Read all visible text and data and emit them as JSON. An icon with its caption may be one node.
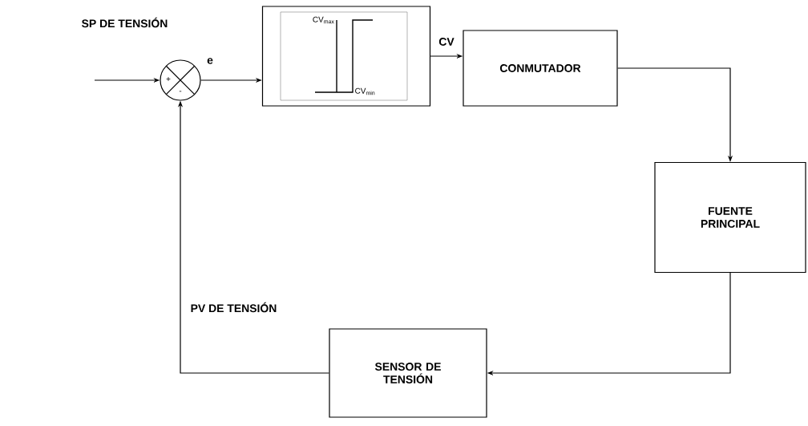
{
  "diagram": {
    "nodes": [
      {
        "text": [
          "+",
          "-"
        ]
      },
      {
        "text": [
          "CV$_{max}$",
          "CV$_{min}$"
        ]
      },
      {
        "text": [
          "CONMUTADOR"
        ]
      },
      {
        "text": [
          "FUENTE PRINCIPAL"
        ]
      },
      {
        "text": [
          "SENSOR DE TENSIÓN"
        ]
      }
    ],
    "edges": [
      {
        "from": null,
        "to": 0,
        "arrow": "to",
        "label": "SP DE TENSIÓN"
      },
      {
        "from": 0,
        "to": 1,
        "arrow": "to",
        "label": "e"
      },
      {
        "from": 1,
        "to": 2,
        "arrow": "to",
        "label": "CV"
      },
      {
        "from": 2,
        "to": 3,
        "arrow": "to"
      },
      {
        "from": 3,
        "to": 4,
        "arrow": "to"
      },
      {
        "from": 4,
        "to": 0,
        "arrow": "to",
        "label": "PV DE TENSIÓN"
      }
    ]
  }
}
